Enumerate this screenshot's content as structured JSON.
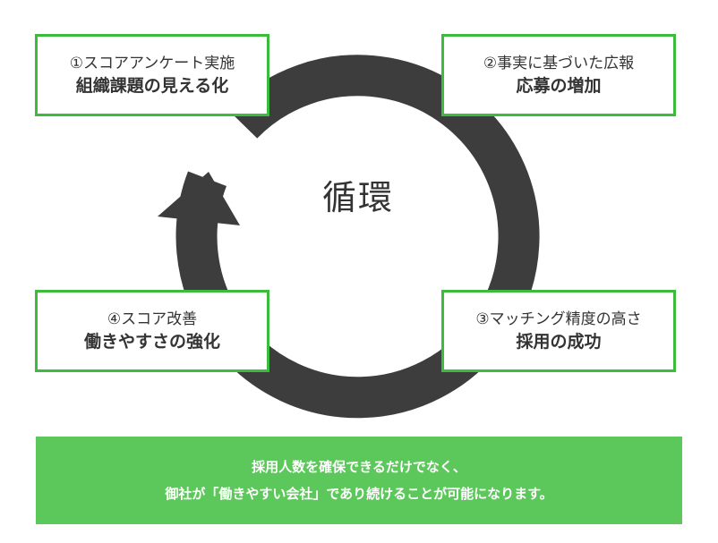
{
  "center_label": "循環",
  "steps": [
    {
      "subtitle": "①スコアアンケート実施",
      "title": "組織課題の見える化"
    },
    {
      "subtitle": "②事実に基づいた広報",
      "title": "応募の増加"
    },
    {
      "subtitle": "③マッチング精度の高さ",
      "title": "採用の成功"
    },
    {
      "subtitle": "④スコア改善",
      "title": "働きやすさの強化"
    }
  ],
  "banner": {
    "line1": "採用人数を確保できるだけでなく、",
    "line2": "御社が「働きやすい会社」であり続けることが可能になります。"
  },
  "colors": {
    "ring": "#3d3d3d",
    "box_border": "#3dbb3d",
    "banner_bg": "#5cc75a",
    "text": "#333333"
  }
}
